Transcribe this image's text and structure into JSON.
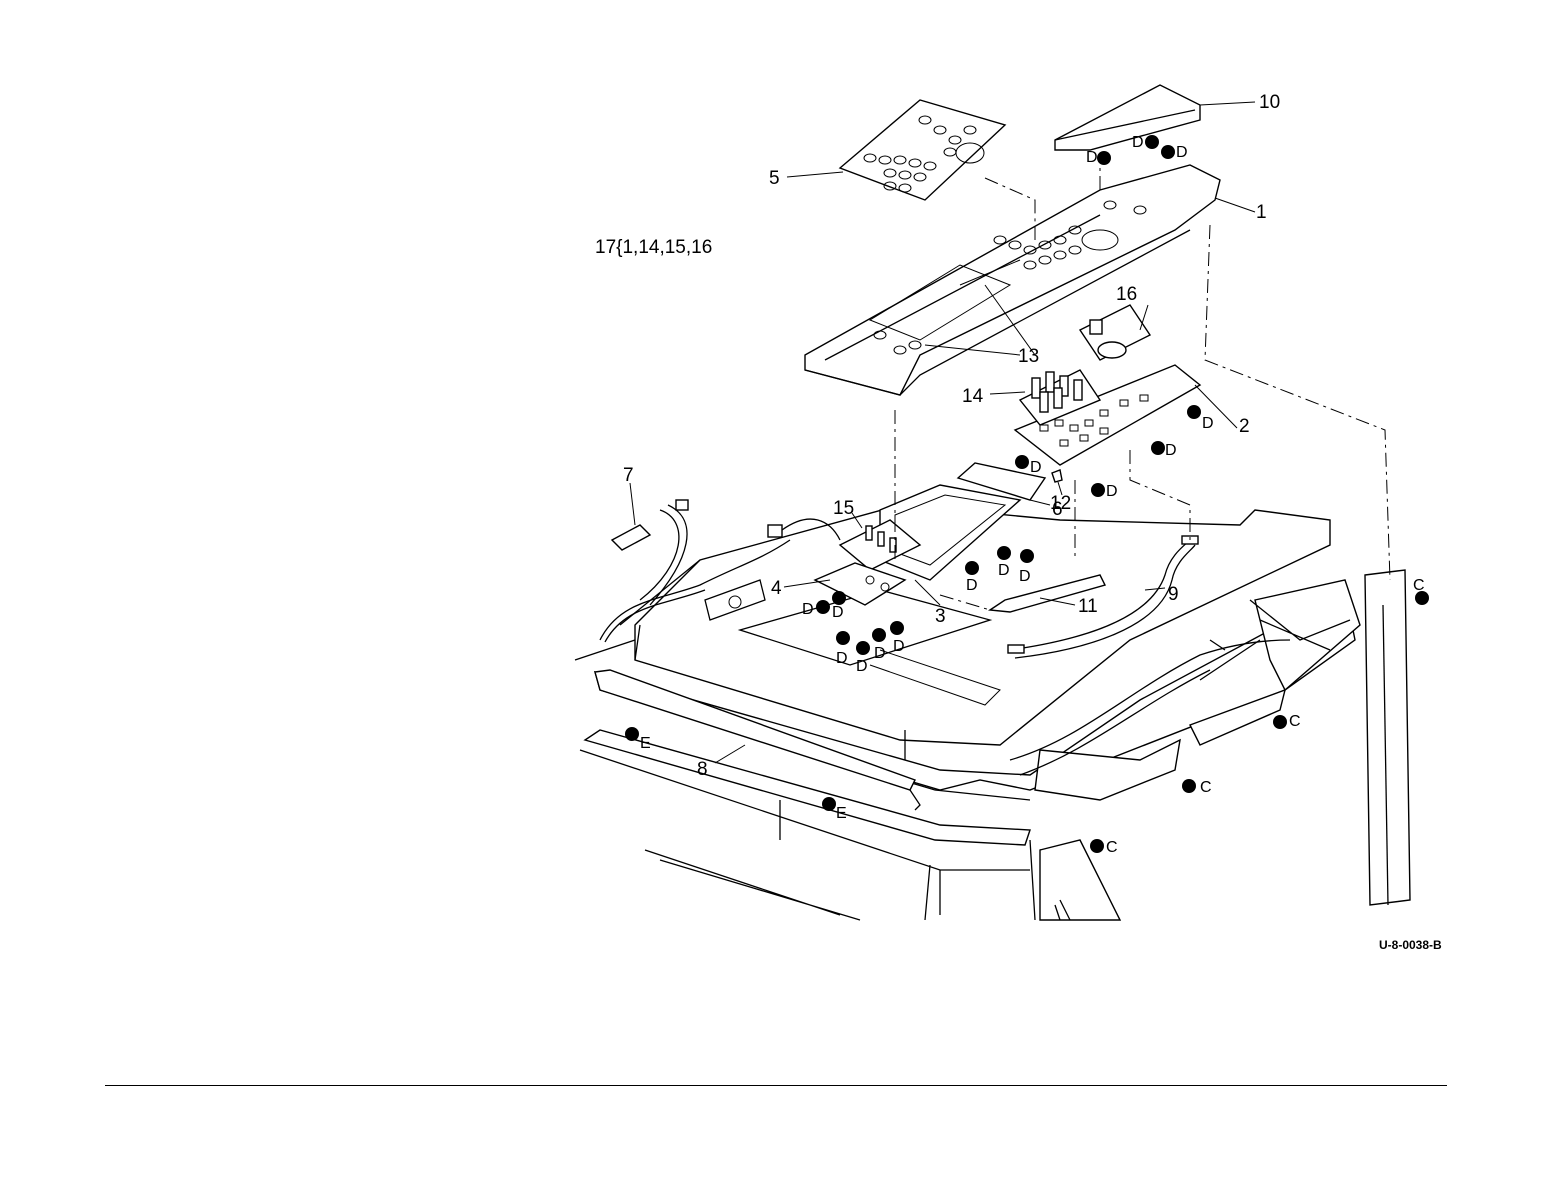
{
  "kit_label": "17{1,14,15,16",
  "figure_id": "U-8-0038-B",
  "callouts": [
    {
      "text": "1"
    },
    {
      "text": "2"
    },
    {
      "text": "3"
    },
    {
      "text": "4"
    },
    {
      "text": "5"
    },
    {
      "text": "6"
    },
    {
      "text": "7"
    },
    {
      "text": "8"
    },
    {
      "text": "9"
    },
    {
      "text": "10"
    },
    {
      "text": "11"
    },
    {
      "text": "12"
    },
    {
      "text": "13"
    },
    {
      "text": "14"
    },
    {
      "text": "15"
    },
    {
      "text": "16"
    }
  ],
  "fasteners": {
    "c": "C",
    "d": "D",
    "e": "E"
  }
}
